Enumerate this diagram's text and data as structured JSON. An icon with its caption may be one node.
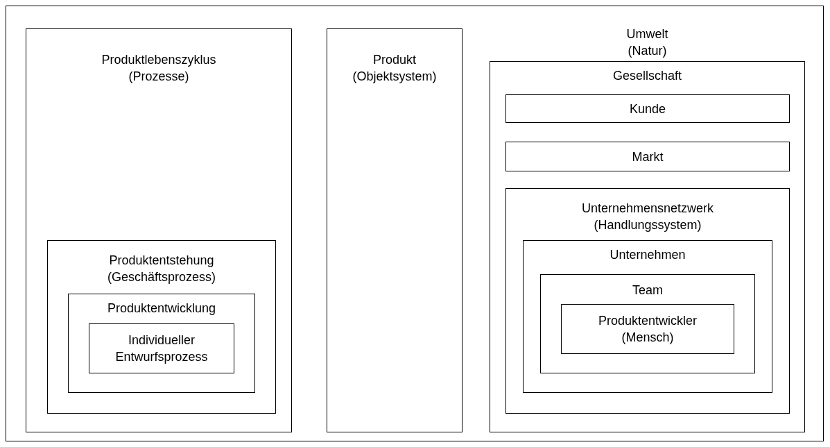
{
  "diagram": {
    "nodes": [
      {
        "text": [],
        "shape": "box"
      },
      {
        "text": [
          "Produktlebenszyklus (Prozesse)"
        ],
        "in": 0
      },
      {
        "text": [
          "Produktentstehung (Geschäftsprozess)"
        ],
        "in": 1
      },
      {
        "text": [
          "Produktentwicklung"
        ],
        "in": 2
      },
      {
        "text": [
          "Individueller Entwurfsprozess"
        ],
        "in": 3
      },
      {
        "text": [
          "Produkt (Objektsystem)"
        ],
        "in": 0
      },
      {
        "text": [
          "Umwelt (Natur)",
          "Gesellschaft"
        ],
        "in": 0
      },
      {
        "text": [
          "Kunde"
        ],
        "in": 6
      },
      {
        "text": [
          "Markt"
        ],
        "in": 6
      },
      {
        "text": [
          "Unternehmensnetzwerk (Handlungssystem)"
        ],
        "in": 6
      },
      {
        "text": [
          "Unternehmen"
        ],
        "in": 9
      },
      {
        "text": [
          "Team"
        ],
        "in": 10
      },
      {
        "text": [
          "Produktentwickler (Mensch)"
        ],
        "in": 11
      }
    ]
  }
}
